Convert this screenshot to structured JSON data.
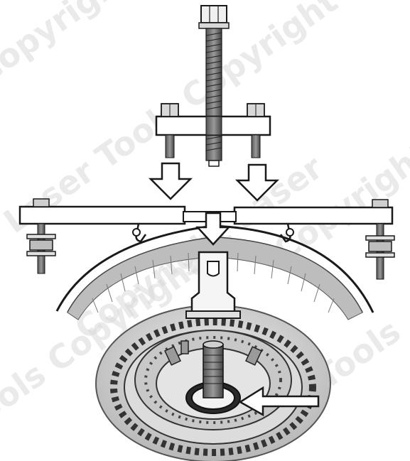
{
  "watermark": {
    "line1": "Copyright Laser Tools",
    "line2": "Laser Tools Copyright",
    "line3": "Copyright Laser",
    "line4": "Tools Copyright",
    "line5": "Laser Tools",
    "line6": "Copyright"
  },
  "colors": {
    "ink": "#1a1a1a",
    "metal_light": "#d6d6d6",
    "metal_mid": "#a8a8a8",
    "metal_dark": "#6e6e6e",
    "arrow_fill": "#ffffff",
    "watermark": "#d9d9d9"
  }
}
